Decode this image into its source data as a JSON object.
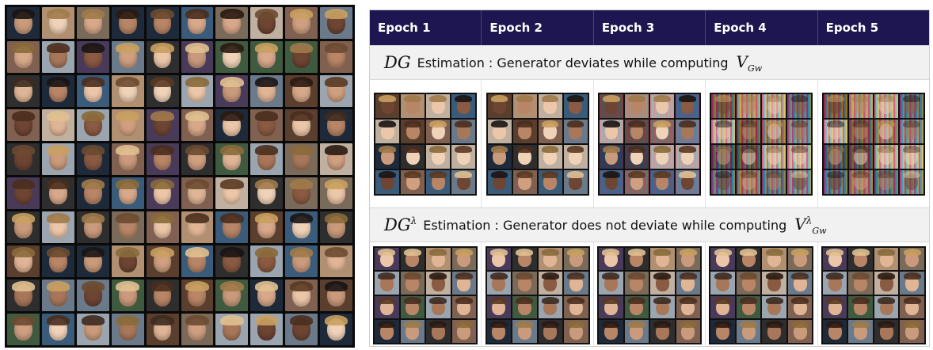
{
  "table": {
    "headers": [
      "Epoch 1",
      "Epoch 2",
      "Epoch 3",
      "Epoch 4",
      "Epoch 5"
    ],
    "row1": {
      "math": "DG",
      "text": "Estimation : Generator deviates while computing",
      "value_symbol": "V",
      "value_sub": "Gw",
      "tile_artifact_levels": [
        "none",
        "none",
        "semi",
        "noisy",
        "noisy"
      ]
    },
    "row2": {
      "math": "DG",
      "math_sup": "λ",
      "text": "Estimation : Generator does not deviate while computing",
      "value_symbol": "V",
      "value_sup": "λ",
      "value_sub": "Gw",
      "tile_artifact_levels": [
        "none",
        "none",
        "none",
        "none",
        "none"
      ]
    }
  },
  "colors": {
    "header_bg": "#1d1651",
    "header_text": "#ffffff",
    "section_bg": "#f1f1f1",
    "grid_border": "#0a0a0a"
  },
  "left_grid": {
    "rows": 10,
    "cols": 10
  }
}
